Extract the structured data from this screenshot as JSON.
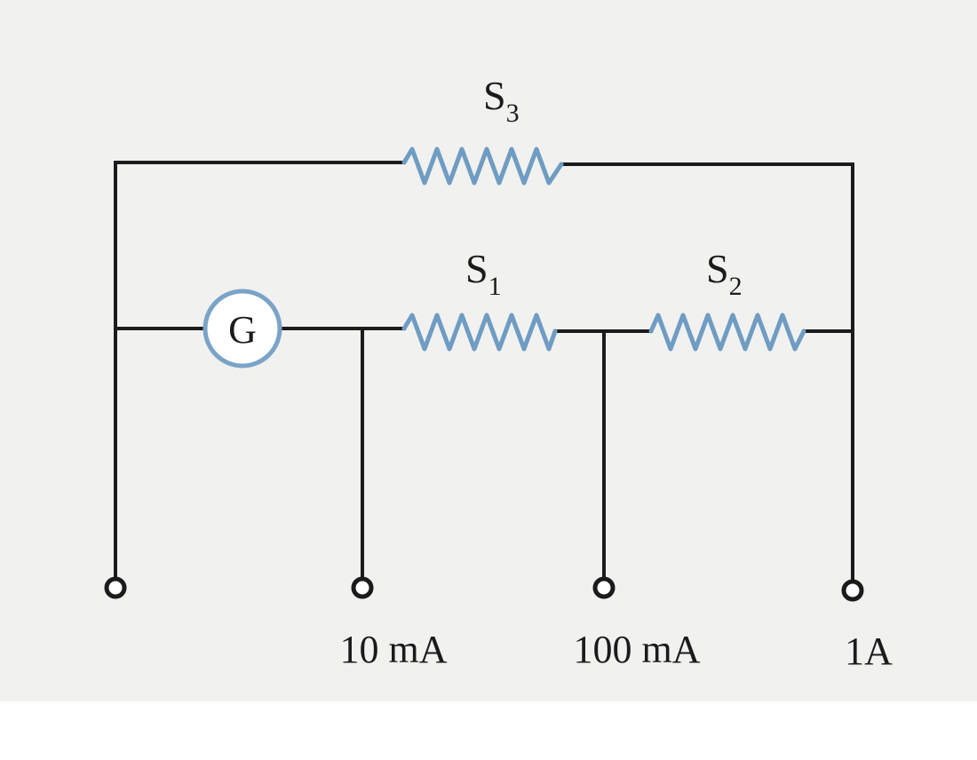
{
  "diagram": {
    "resistors": [
      {
        "id": "S3",
        "symbol": "S",
        "subscript": "3"
      },
      {
        "id": "S1",
        "symbol": "S",
        "subscript": "1"
      },
      {
        "id": "S2",
        "symbol": "S",
        "subscript": "2"
      }
    ],
    "galvanometer": {
      "label": "G"
    },
    "terminals": [
      {
        "id": "common",
        "label": ""
      },
      {
        "id": "t10mA",
        "label": "10 mA"
      },
      {
        "id": "t100mA",
        "label": "100 mA"
      },
      {
        "id": "t1A",
        "label": "1A"
      }
    ],
    "colors": {
      "resistor": "#6f9cc2",
      "wire": "#1b1b1b",
      "galvanometer_ring": "#7aa3c8"
    }
  }
}
